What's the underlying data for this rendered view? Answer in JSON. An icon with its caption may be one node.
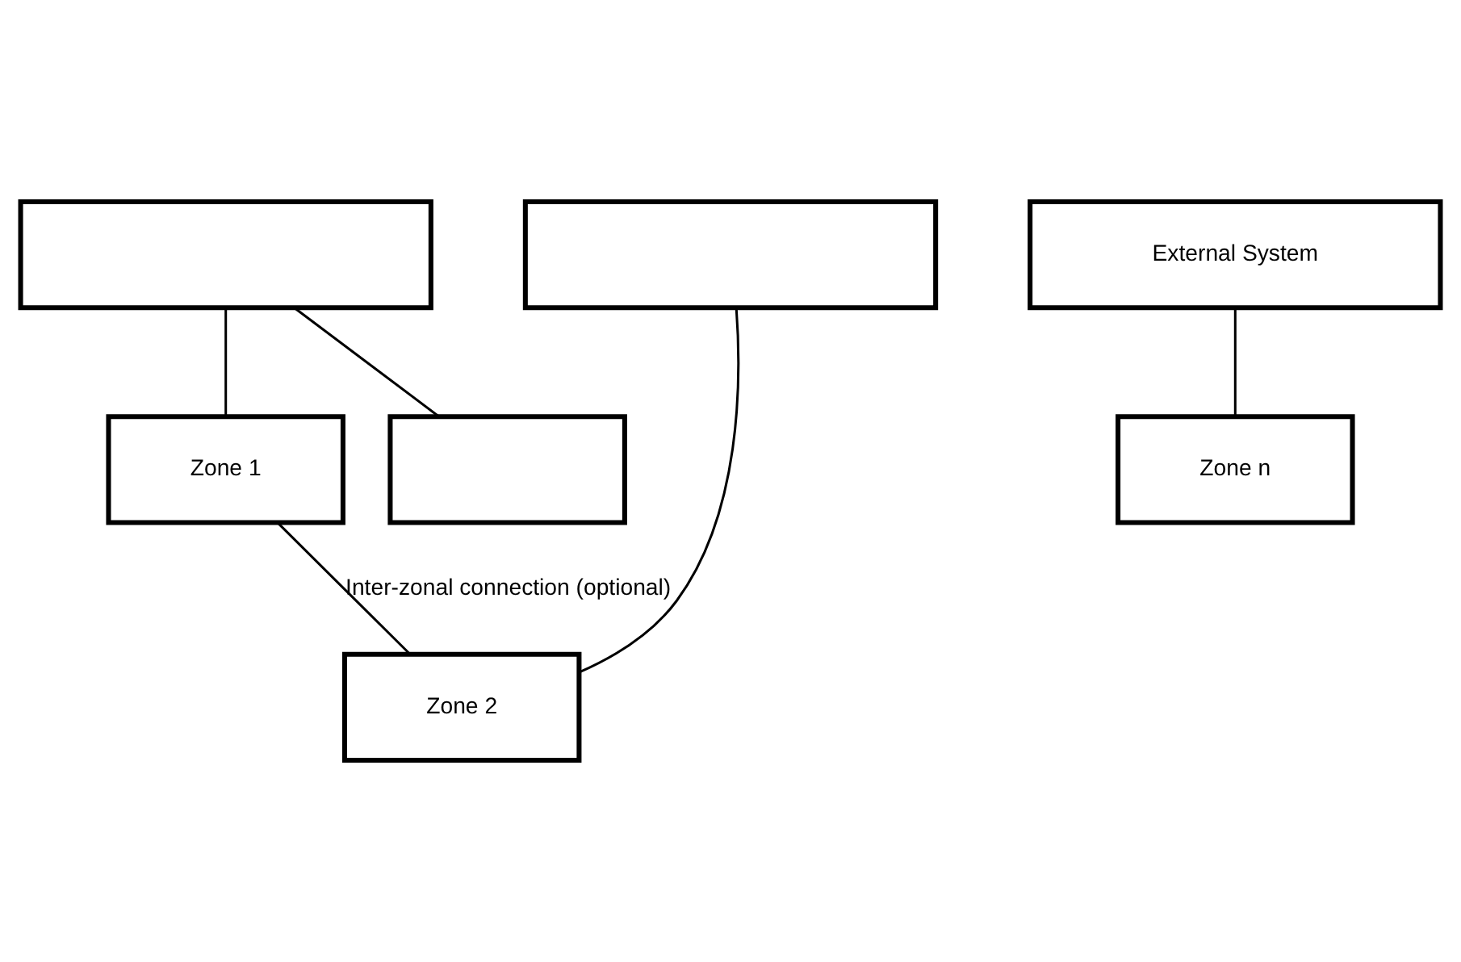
{
  "diagram": {
    "nodes": [
      {
        "text": [
          "External System"
        ]
      },
      {
        "text": [],
        "shape": "box"
      },
      {
        "text": [],
        "shape": "box"
      },
      {
        "text": [
          "Zone 1"
        ]
      },
      {
        "text": [
          "Zone 2"
        ]
      },
      {
        "text": [],
        "shape": "box"
      },
      {
        "text": [
          "Zone n"
        ]
      }
    ],
    "edges": [
      {
        "from": 2,
        "to": 3,
        "arrow": "none"
      },
      {
        "from": 1,
        "to": 4,
        "arrow": "none"
      },
      {
        "from": 2,
        "to": 5,
        "arrow": "none"
      },
      {
        "from": 0,
        "to": 6,
        "arrow": "none"
      },
      {
        "from": 3,
        "to": 4,
        "arrow": "none",
        "label": "Inter-zonal connection (optional)"
      }
    ]
  }
}
